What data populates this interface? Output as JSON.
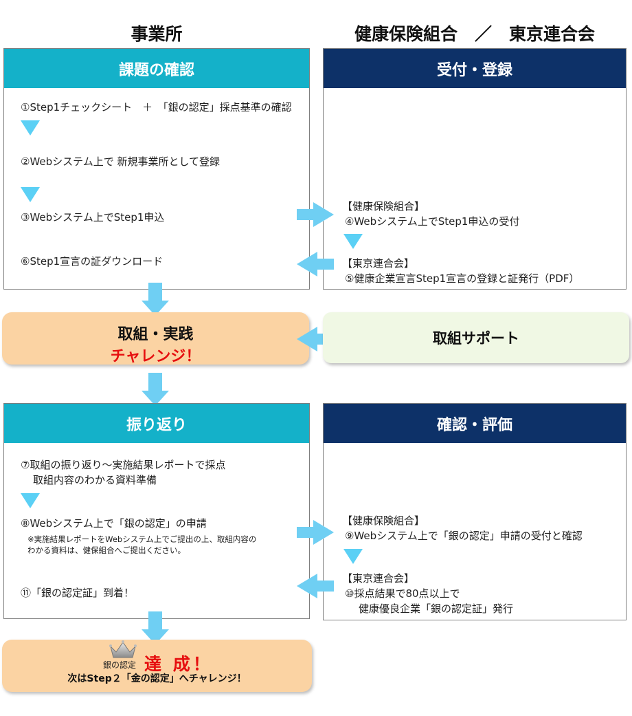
{
  "columns": {
    "left": "事業所",
    "right": "健康保険組合　／　東京連合会"
  },
  "section1": {
    "left_header": "課題の確認",
    "right_header": "受付・登録",
    "step1": "①Step1チェックシート　＋　「銀の認定」採点基準の確認",
    "step2": "②Webシステム上で 新規事業所として登録",
    "step3": "③Webシステム上でStep1申込",
    "step6": "⑥Step1宣言の証ダウンロード",
    "kenpo_label": "【健康保険組合】",
    "step4": "④Webシステム上でStep1申込の受付",
    "rengokai_label": "【東京連合会】",
    "step5": "⑤健康企業宣言Step1宣言の登録と証発行（PDF）"
  },
  "middle": {
    "practice_title": "取組・実践",
    "practice_challenge": "チャレンジ！",
    "support": "取組サポート"
  },
  "section2": {
    "left_header": "振り返り",
    "right_header": "確認・評価",
    "step7_line1": "⑦取組の振り返り～実施結果レポートで採点",
    "step7_line2": "取組内容のわかる資料準備",
    "step8": "⑧Webシステム上で「銀の認定」の申請",
    "note_line1": "※実施結果レポートをWebシステム上でご提出の上、取組内容の",
    "note_line2": "わかる資料は、健保組合へご提出ください。",
    "step11": "⑪「銀の認定証」到着！",
    "kenpo_label": "【健康保険組合】",
    "step9": "⑨Webシステム上で「銀の認定」申請の受付と確認",
    "rengokai_label": "【東京連合会】",
    "step10_line1": "⑩採点結果で80点以上で",
    "step10_line2": "健康優良企業「銀の認定証」発行"
  },
  "final": {
    "badge_text": "銀の認定",
    "achieved": "達 成！",
    "next": "次はStep２「金の認定」へチャレンジ！"
  },
  "colors": {
    "teal": "#14b1c9",
    "navy": "#0d3168",
    "arrow": "#6fcff3",
    "orange": "#fbd3a3",
    "green": "#f0f8e4",
    "red": "#e60f0f"
  }
}
